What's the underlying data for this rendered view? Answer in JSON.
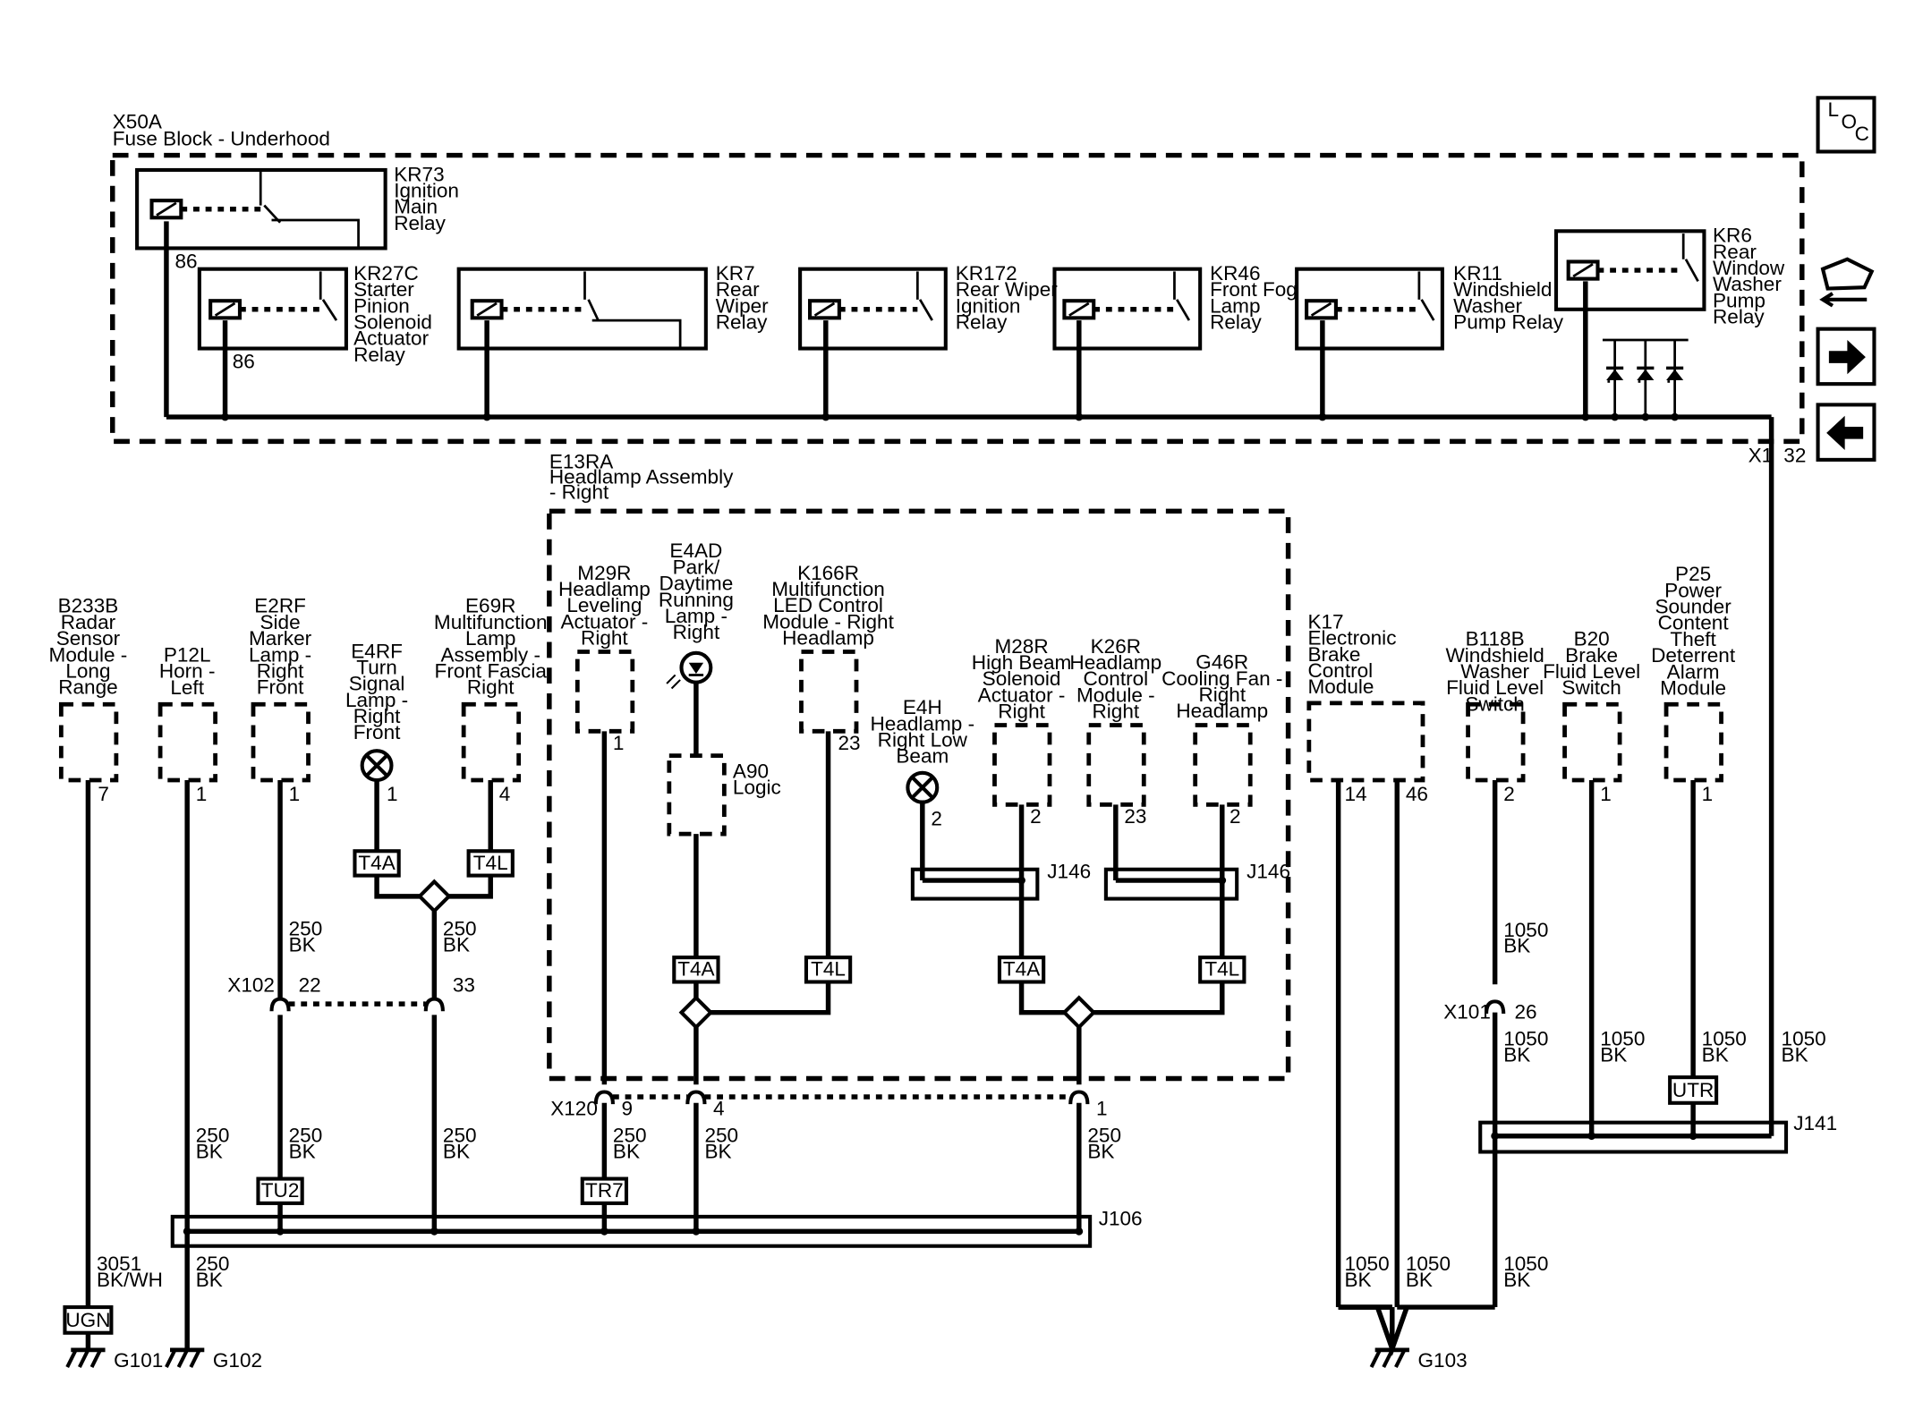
{
  "fuse_block": {
    "id": "X50A",
    "name": "Fuse Block - Underhood",
    "connector": "X1",
    "pin": "32"
  },
  "relays": {
    "kr73": {
      "lines": [
        "KR73",
        "Ignition",
        "Main",
        "Relay"
      ],
      "pin": "86"
    },
    "kr27c": {
      "lines": [
        "KR27C",
        "Starter",
        "Pinion",
        "Solenoid",
        "Actuator",
        "Relay"
      ],
      "pin": "86"
    },
    "kr7": {
      "lines": [
        "KR7",
        "Rear",
        "Wiper",
        "Relay"
      ]
    },
    "kr172": {
      "lines": [
        "KR172",
        "Rear Wiper",
        "Ignition",
        "Relay"
      ]
    },
    "kr46": {
      "lines": [
        "KR46",
        "Front Fog",
        "Lamp",
        "Relay"
      ]
    },
    "kr11": {
      "lines": [
        "KR11",
        "Windshield",
        "Washer",
        "Pump Relay"
      ]
    },
    "kr6": {
      "lines": [
        "KR6",
        "Rear",
        "Window",
        "Washer",
        "Pump",
        "Relay"
      ]
    }
  },
  "headlamp_assembly": {
    "lines": [
      "E13RA",
      "Headlamp Assembly",
      "- Right"
    ]
  },
  "components": {
    "b233b": {
      "lines": [
        "B233B",
        "Radar",
        "Sensor",
        "Module -",
        "Long",
        "Range"
      ],
      "pin": "7"
    },
    "p12l": {
      "lines": [
        "P12L",
        "Horn -",
        "Left"
      ],
      "pin": "1"
    },
    "e2rf": {
      "lines": [
        "E2RF",
        "Side",
        "Marker",
        "Lamp -",
        "Right",
        "Front"
      ],
      "pin": "1"
    },
    "e4rf": {
      "lines": [
        "E4RF",
        "Turn",
        "Signal",
        "Lamp -",
        "Right",
        "Front"
      ],
      "pin": "1"
    },
    "e69r": {
      "lines": [
        "E69R",
        "Multifunction",
        "Lamp",
        "Assembly -",
        "Front Fascia",
        "Right"
      ],
      "pin": "4"
    },
    "m29r": {
      "lines": [
        "M29R",
        "Headlamp",
        "Leveling",
        "Actuator -",
        "Right"
      ],
      "pin": "1"
    },
    "e4ad": {
      "lines": [
        "E4AD",
        "Park/",
        "Daytime",
        "Running",
        "Lamp -",
        "Right"
      ]
    },
    "a90": {
      "lines": [
        "A90",
        "Logic"
      ]
    },
    "k166r": {
      "lines": [
        "K166R",
        "Multifunction",
        "LED Control",
        "Module - Right",
        "Headlamp"
      ],
      "pin": "23"
    },
    "e4h": {
      "lines": [
        "E4H",
        "Headlamp -",
        "Right Low",
        "Beam"
      ],
      "pin": "2"
    },
    "m28r": {
      "lines": [
        "M28R",
        "High Beam",
        "Solenoid",
        "Actuator -",
        "Right"
      ],
      "pin": "2"
    },
    "k26r": {
      "lines": [
        "K26R",
        "Headlamp",
        "Control",
        "Module -",
        "Right"
      ],
      "pin": "23"
    },
    "g46r": {
      "lines": [
        "G46R",
        "Cooling Fan -",
        "Right",
        "Headlamp"
      ],
      "pin": "2"
    },
    "k17": {
      "lines": [
        "K17",
        "Electronic",
        "Brake",
        "Control",
        "Module"
      ],
      "pin1": "14",
      "pin2": "46"
    },
    "b118b": {
      "lines": [
        "B118B",
        "Windshield",
        "Washer",
        "Fluid Level",
        "Switch"
      ],
      "pin": "2"
    },
    "b20": {
      "lines": [
        "B20",
        "Brake",
        "Fluid Level",
        "Switch"
      ],
      "pin": "1"
    },
    "p25": {
      "lines": [
        "P25",
        "Power",
        "Sounder",
        "Content",
        "Theft",
        "Deterrent",
        "Alarm",
        "Module"
      ],
      "pin": "1"
    }
  },
  "connectors": {
    "x102": {
      "id": "X102",
      "pin_a": "22",
      "pin_b": "33"
    },
    "x120": {
      "id": "X120",
      "pin_a": "9",
      "pin_b": "4",
      "pin_c": "1"
    },
    "x101": {
      "id": "X101",
      "pin": "26"
    }
  },
  "splices": {
    "j106": "J106",
    "j146a": "J146",
    "j146b": "J146",
    "j141": "J141"
  },
  "tags": {
    "t4a": "T4A",
    "t4l": "T4L",
    "tu2": "TU2",
    "tr7": "TR7",
    "utr": "UTR",
    "ugn": "UGN"
  },
  "wires": {
    "w250": [
      "250",
      "BK"
    ],
    "w1050": [
      "1050",
      "BK"
    ],
    "w3051": [
      "3051",
      "BK/WH"
    ]
  },
  "grounds": {
    "g101": "G101",
    "g102": "G102",
    "g103": "G103"
  },
  "nav": {
    "loc_letters": [
      "L",
      "O",
      "C"
    ],
    "buttons": [
      "component-view-icon",
      "next-arrow-icon",
      "back-arrow-icon"
    ]
  }
}
